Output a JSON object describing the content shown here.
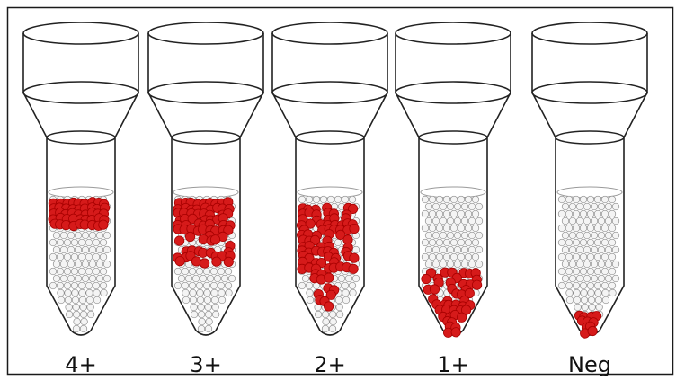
{
  "colors": {
    "outline": "#222222",
    "gel_bead_fill": "#f4f4f4",
    "gel_bead_stroke": "#8c8c8c",
    "red_cell": "#d61a1a",
    "red_cell_dark": "#a80000",
    "border": "#1a1a1a"
  },
  "tubes": [
    {
      "label": "4+",
      "pattern": "top-band"
    },
    {
      "label": "3+",
      "pattern": "upper-half"
    },
    {
      "label": "2+",
      "pattern": "dispersed"
    },
    {
      "label": "1+",
      "pattern": "lower-half"
    },
    {
      "label": "Neg",
      "pattern": "bottom-button"
    }
  ]
}
